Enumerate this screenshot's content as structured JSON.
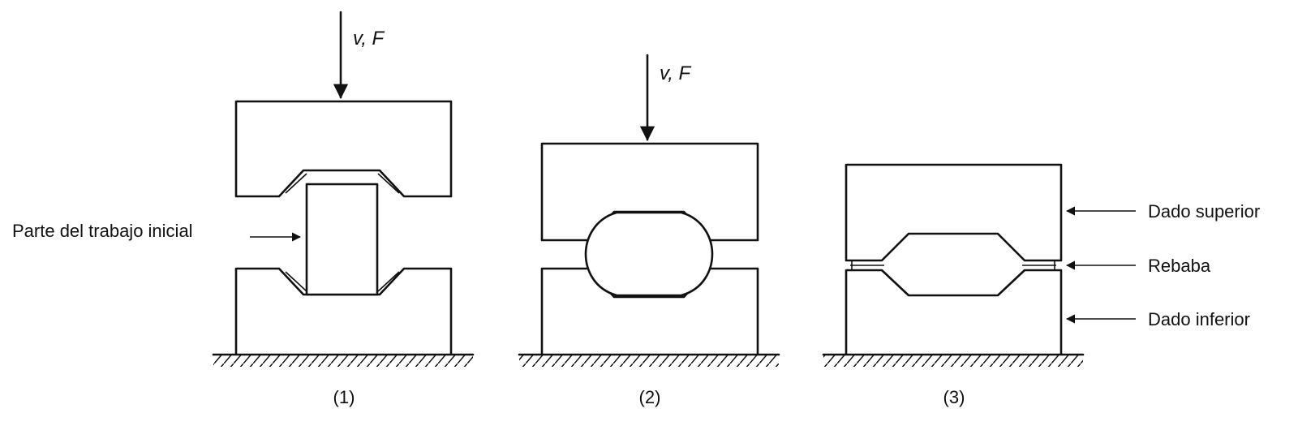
{
  "force_label": "v, F",
  "stages": [
    {
      "label": "(1)"
    },
    {
      "label": "(2)"
    },
    {
      "label": "(3)"
    }
  ],
  "callouts": {
    "workpiece": "Parte del trabajo inicial",
    "upper_die": "Dado superior",
    "flash": "Rebaba",
    "lower_die": "Dado inferior"
  }
}
